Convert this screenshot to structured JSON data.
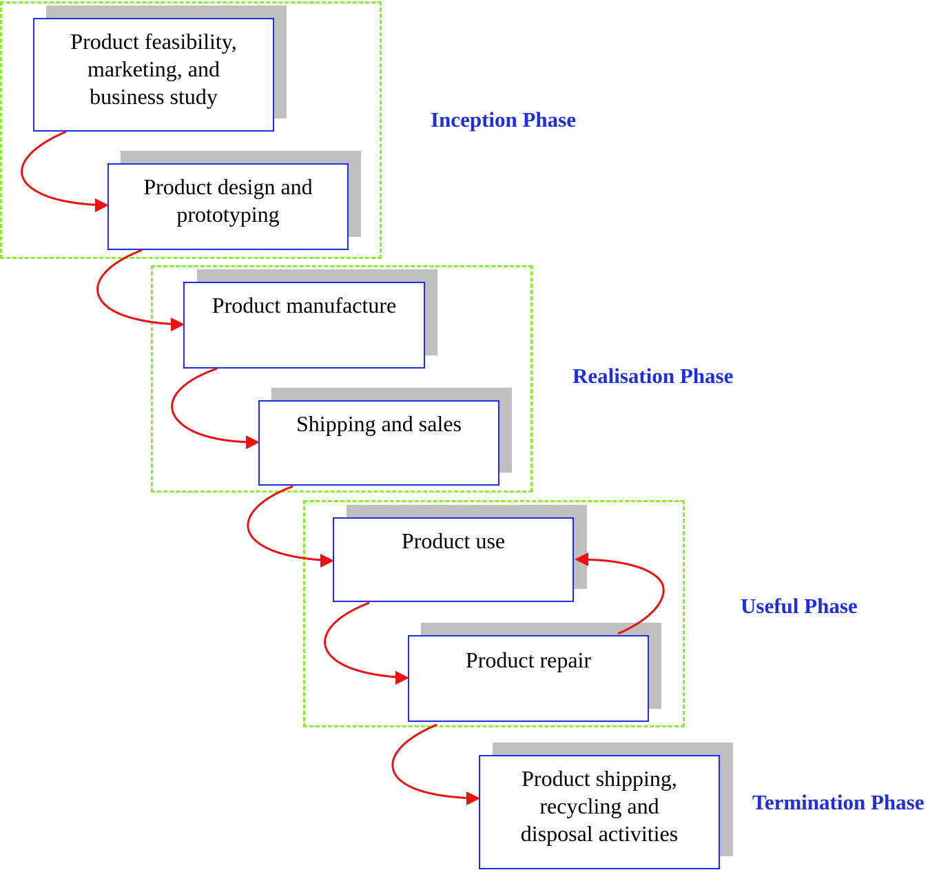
{
  "colors": {
    "box_border": "#1f2ee0",
    "shadow": "#bfbfbf",
    "phase_frame": "#88f030",
    "arrow": "#ee1111",
    "phase_label": "#1f2ee0"
  },
  "steps": [
    {
      "id": "feasibility",
      "text": "Product feasibility,\nmarketing, and\nbusiness study"
    },
    {
      "id": "design",
      "text": "Product design and\nprototyping"
    },
    {
      "id": "manufacture",
      "text": "Product manufacture"
    },
    {
      "id": "shipping",
      "text": "Shipping and sales"
    },
    {
      "id": "use",
      "text": "Product use"
    },
    {
      "id": "repair",
      "text": "Product repair"
    },
    {
      "id": "termination",
      "text": "Product shipping,\nrecycling and\ndisposal activities"
    }
  ],
  "phases": [
    {
      "id": "inception",
      "label": "Inception Phase"
    },
    {
      "id": "realisation",
      "label": "Realisation Phase"
    },
    {
      "id": "useful",
      "label": "Useful Phase"
    },
    {
      "id": "termination",
      "label": "Termination Phase"
    }
  ],
  "connections": [
    {
      "from": "feasibility",
      "to": "design"
    },
    {
      "from": "design",
      "to": "manufacture"
    },
    {
      "from": "manufacture",
      "to": "shipping"
    },
    {
      "from": "shipping",
      "to": "use"
    },
    {
      "from": "use",
      "to": "repair"
    },
    {
      "from": "repair",
      "to": "use"
    },
    {
      "from": "repair",
      "to": "termination"
    }
  ]
}
